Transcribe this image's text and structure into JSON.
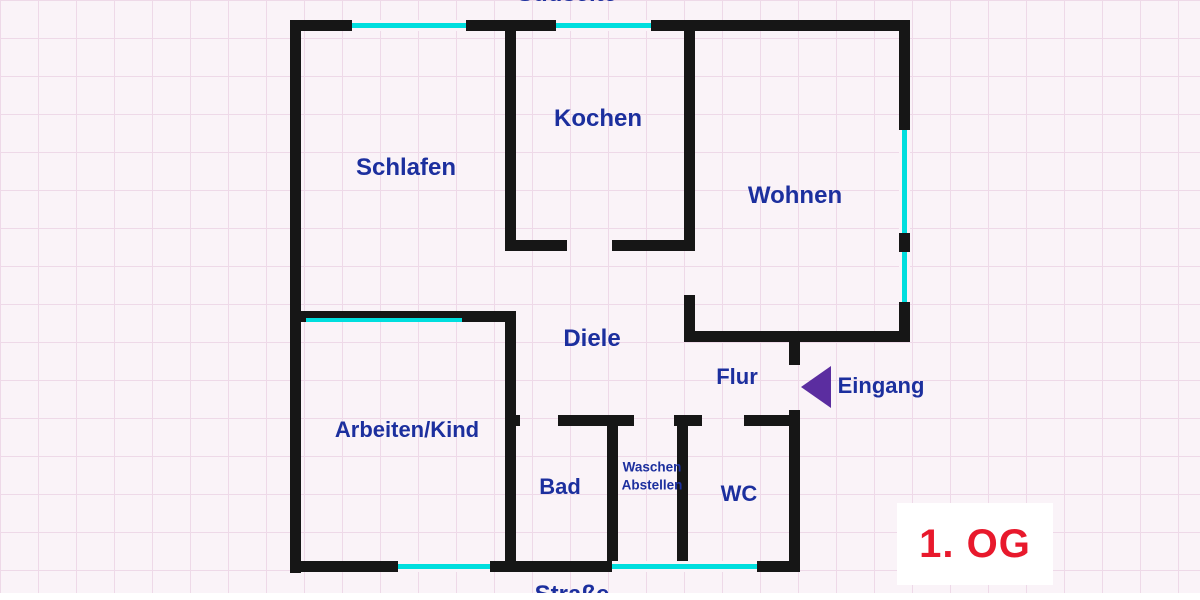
{
  "colors": {
    "background": "#faf3f8",
    "grid_line": "#eed9e8",
    "wall": "#161616",
    "window": "#00dede",
    "room_label": "#1c2f9e",
    "entrance_arrow": "#5b2da0",
    "floor_label": "#e8192c",
    "floor_label_bg": "#ffffff"
  },
  "rooms": {
    "schlafen": "Schlafen",
    "kochen": "Kochen",
    "wohnen": "Wohnen",
    "diele": "Diele",
    "flur": "Flur",
    "arbeiten_kind": "Arbeiten/Kind",
    "bad": "Bad",
    "waschen": "Waschen",
    "abstellen": "Abstellen",
    "wc": "WC"
  },
  "annotations": {
    "entrance": "Eingang",
    "floor": "1. OG",
    "top_edge": "Südseite",
    "bottom_edge": "Straße"
  }
}
